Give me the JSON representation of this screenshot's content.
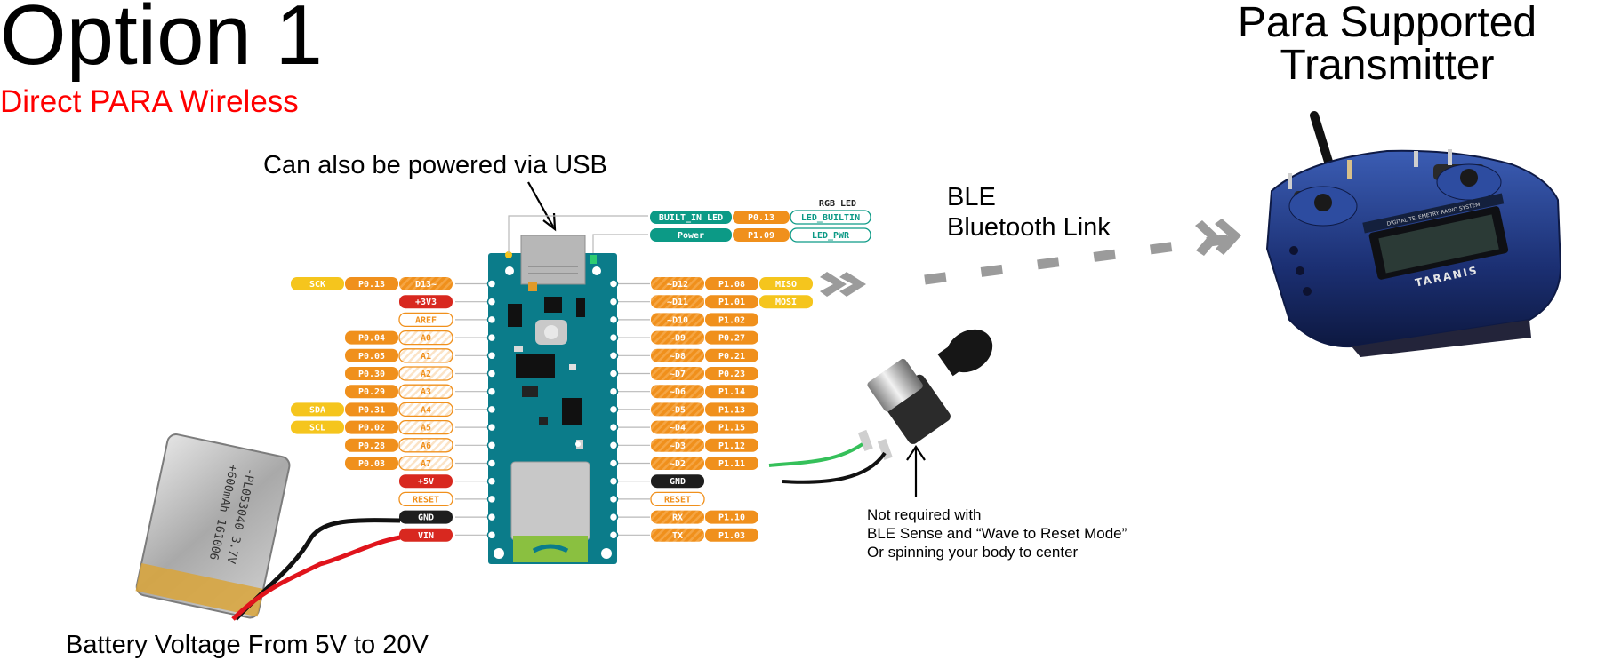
{
  "title": "Option 1",
  "subtitle": "Direct PARA Wireless",
  "transmitter_title": "Para Supported\nTransmitter",
  "usb_note": "Can also be powered via USB",
  "ble_note": "BLE\nBluetooth Link",
  "button_note": "Not required with\nBLE Sense and “Wave to Reset Mode”\nOr spinning your body to center",
  "battery_note": "Battery Voltage From 5V to 20V",
  "battery_label": "-PL053040 3.7V\n+600mAh 161006",
  "transmitter_labels": {
    "brand": "TARANIS",
    "banner": "DIGITAL TELEMETRY RADIO SYSTEM"
  },
  "colors": {
    "orange": "#f0901c",
    "yellow": "#f5c51d",
    "red": "#d8281f",
    "teal": "#0c9a86",
    "board": "#0b7c8a",
    "black": "#1e1e1e",
    "wire_red": "#e0141c",
    "wire_green": "#35c05a"
  },
  "top_pins": {
    "header": "RGB LED",
    "rows": [
      [
        "BUILT_IN LED",
        "P0.13",
        "LED_BUILTIN"
      ],
      [
        "Power",
        "P1.09",
        "LED_PWR"
      ]
    ]
  },
  "left_pins": [
    {
      "labels": [
        "SCK",
        "P0.13",
        "D13~"
      ],
      "styles": [
        "yellow",
        "orange",
        "hatch"
      ]
    },
    {
      "labels": [
        "+3V3"
      ],
      "styles": [
        "red"
      ]
    },
    {
      "labels": [
        "AREF"
      ],
      "styles": [
        "outline"
      ]
    },
    {
      "labels": [
        "P0.04",
        "A0"
      ],
      "styles": [
        "orange",
        "hatch-outline"
      ]
    },
    {
      "labels": [
        "P0.05",
        "A1"
      ],
      "styles": [
        "orange",
        "hatch-outline"
      ]
    },
    {
      "labels": [
        "P0.30",
        "A2"
      ],
      "styles": [
        "orange",
        "hatch-outline"
      ]
    },
    {
      "labels": [
        "P0.29",
        "A3"
      ],
      "styles": [
        "orange",
        "hatch-outline"
      ]
    },
    {
      "labels": [
        "SDA",
        "P0.31",
        "A4"
      ],
      "styles": [
        "yellow",
        "orange",
        "hatch-outline"
      ]
    },
    {
      "labels": [
        "SCL",
        "P0.02",
        "A5"
      ],
      "styles": [
        "yellow",
        "orange",
        "hatch-outline"
      ]
    },
    {
      "labels": [
        "P0.28",
        "A6"
      ],
      "styles": [
        "orange",
        "hatch-outline"
      ]
    },
    {
      "labels": [
        "P0.03",
        "A7"
      ],
      "styles": [
        "orange",
        "hatch-outline"
      ]
    },
    {
      "labels": [
        "+5V"
      ],
      "styles": [
        "red"
      ]
    },
    {
      "labels": [
        "RESET"
      ],
      "styles": [
        "outline"
      ]
    },
    {
      "labels": [
        "GND"
      ],
      "styles": [
        "black"
      ]
    },
    {
      "labels": [
        "VIN"
      ],
      "styles": [
        "red"
      ]
    }
  ],
  "right_pins": [
    {
      "labels": [
        "~D12",
        "P1.08",
        "MISO"
      ],
      "styles": [
        "hatch",
        "orange",
        "yellow"
      ]
    },
    {
      "labels": [
        "~D11",
        "P1.01",
        "MOSI"
      ],
      "styles": [
        "hatch",
        "orange",
        "yellow"
      ]
    },
    {
      "labels": [
        "~D10",
        "P1.02"
      ],
      "styles": [
        "hatch",
        "orange"
      ]
    },
    {
      "labels": [
        "~D9",
        "P0.27"
      ],
      "styles": [
        "hatch",
        "orange"
      ]
    },
    {
      "labels": [
        "~D8",
        "P0.21"
      ],
      "styles": [
        "hatch",
        "orange"
      ]
    },
    {
      "labels": [
        "~D7",
        "P0.23"
      ],
      "styles": [
        "hatch",
        "orange"
      ]
    },
    {
      "labels": [
        "~D6",
        "P1.14"
      ],
      "styles": [
        "hatch",
        "orange"
      ]
    },
    {
      "labels": [
        "~D5",
        "P1.13"
      ],
      "styles": [
        "hatch",
        "orange"
      ]
    },
    {
      "labels": [
        "~D4",
        "P1.15"
      ],
      "styles": [
        "hatch",
        "orange"
      ]
    },
    {
      "labels": [
        "~D3",
        "P1.12"
      ],
      "styles": [
        "hatch",
        "orange"
      ]
    },
    {
      "labels": [
        "~D2",
        "P1.11"
      ],
      "styles": [
        "hatch",
        "orange"
      ]
    },
    {
      "labels": [
        "GND"
      ],
      "styles": [
        "black"
      ]
    },
    {
      "labels": [
        "RESET"
      ],
      "styles": [
        "outline"
      ]
    },
    {
      "labels": [
        "RX",
        "P1.10"
      ],
      "styles": [
        "hatch",
        "orange"
      ]
    },
    {
      "labels": [
        "TX",
        "P1.03"
      ],
      "styles": [
        "hatch",
        "orange"
      ]
    }
  ]
}
